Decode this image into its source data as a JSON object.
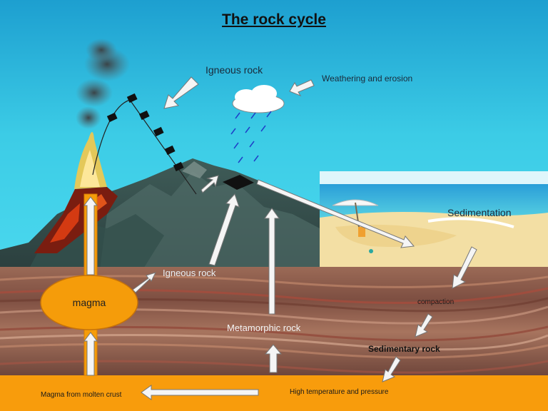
{
  "title": "The rock cycle",
  "labels": {
    "igneous_rock_top": "Igneous rock",
    "weathering": "Weathering and erosion",
    "sedimentation": "Sedimentation",
    "igneous_rock_mid": "Igneous rock",
    "compaction": "compaction",
    "metamorphic": "Metamorphic rock",
    "sedimentary": "Sedimentary rock",
    "high_temperature": "High temperature and pressure",
    "molten_crust": "Magma from molten crust",
    "magma": "magma"
  },
  "colors": {
    "sky": "#3cc6e4",
    "rock_strata": "#8a5a4a",
    "magma_fill": "#f59c0a",
    "bottom_band": "#f89c0c",
    "arrow_fill": "#f5f5f5"
  }
}
